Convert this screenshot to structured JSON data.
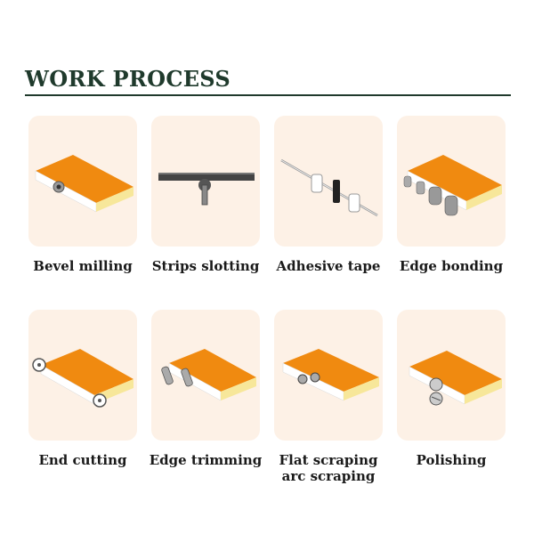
{
  "header": {
    "title": "WORK PROCESS"
  },
  "steps": [
    {
      "label": "Bevel milling",
      "icon": "bevel-milling-icon"
    },
    {
      "label": "Strips slotting",
      "icon": "strips-slotting-icon"
    },
    {
      "label": "Adhesive tape",
      "icon": "adhesive-tape-icon"
    },
    {
      "label": "Edge bonding",
      "icon": "edge-bonding-icon"
    },
    {
      "label": "End cutting",
      "icon": "end-cutting-icon"
    },
    {
      "label": "Edge trimming",
      "icon": "edge-trimming-icon"
    },
    {
      "label": "Flat scraping\narc scraping",
      "icon": "flat-arc-scraping-icon"
    },
    {
      "label": "Polishing",
      "icon": "polishing-icon"
    }
  ],
  "colors": {
    "title": "#1f3a2c",
    "card_bg": "#fdf1e6",
    "panel_orange": "#f08a10",
    "panel_edge": "#f7e79a",
    "tool_gray": "#9a9a9a"
  }
}
